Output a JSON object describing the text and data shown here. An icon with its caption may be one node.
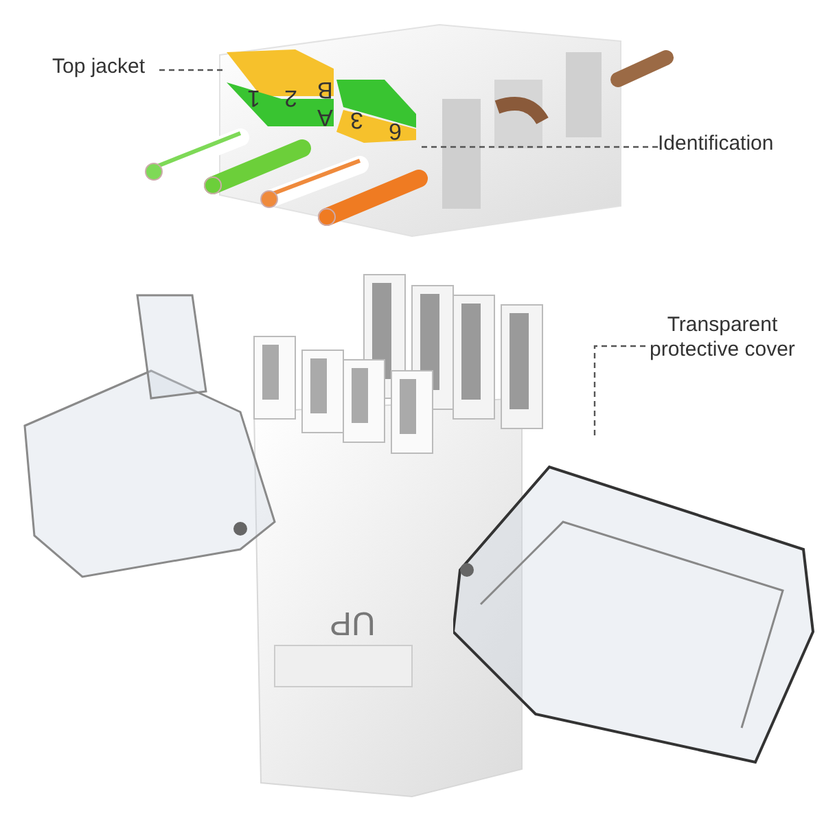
{
  "diagram": {
    "nodes": [
      {
        "text": [
          "Top jacket"
        ]
      },
      {
        "text": [],
        "shape": "picture"
      },
      {
        "text": [
          "Identification"
        ]
      },
      {
        "text": [],
        "shape": "picture"
      },
      {
        "text": [
          "Transparent protective cover"
        ]
      },
      {
        "text": [],
        "shape": "picture"
      }
    ],
    "edges": [
      {
        "from": 0,
        "to": 1,
        "arrow": "none",
        "style": "dashed"
      },
      {
        "from": 2,
        "to": 3,
        "arrow": "none",
        "style": "dashed"
      },
      {
        "from": 4,
        "to": 5,
        "arrow": "none",
        "style": "dashed"
      }
    ],
    "labels": [
      "1",
      "2",
      "B",
      "A",
      "3",
      "6",
      "UP"
    ]
  }
}
